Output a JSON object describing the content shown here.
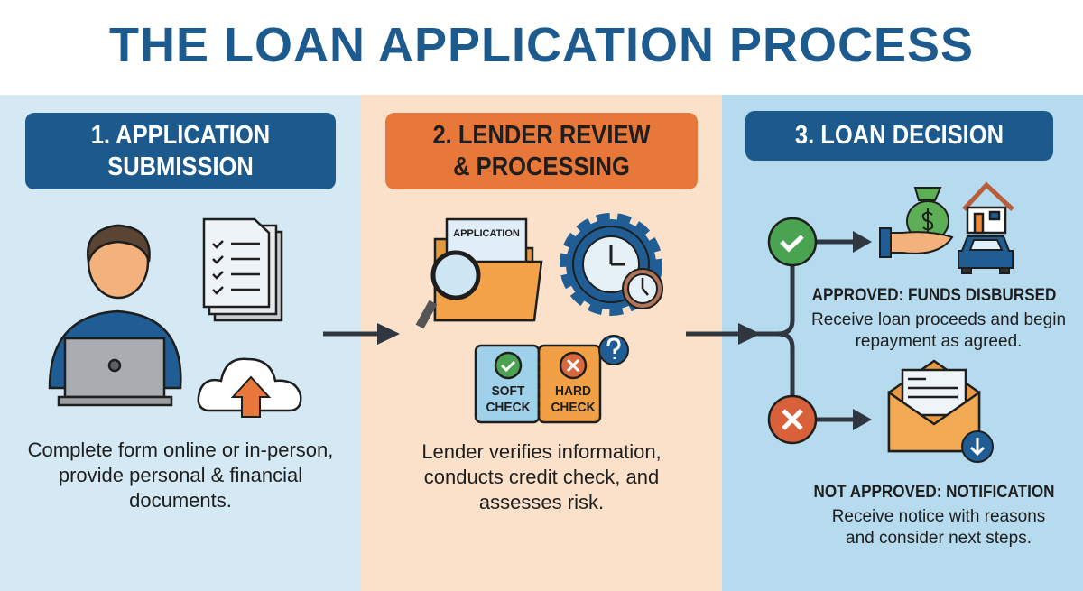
{
  "title": "THE LOAN APPLICATION PROCESS",
  "steps": [
    {
      "header_line1": "1. APPLICATION",
      "header_line2": "SUBMISSION",
      "description": "Complete form online or in-person, provide personal & financial documents.",
      "color": "#1c5a8d"
    },
    {
      "header_line1": "2. LENDER REVIEW",
      "header_line2": "& PROCESSING",
      "description": "Lender verifies information, conducts credit check, and assesses risk.",
      "color": "#e8773a",
      "document_label": "APPLICATION",
      "soft_check": "SOFT CHECK",
      "hard_check": "HARD CHECK"
    },
    {
      "header": "3. LOAN DECISION",
      "color": "#1c5a8d",
      "approved": {
        "label": "APPROVED: FUNDS DISBURSED",
        "description": "Receive loan proceeds and begin repayment as agreed."
      },
      "not_approved": {
        "label": "NOT APPROVED: NOTIFICATION",
        "description": "Receive notice with reasons and consider next steps."
      }
    }
  ],
  "icons": [
    "person-laptop-icon",
    "checklist-document-icon",
    "cloud-upload-icon",
    "folder-magnifier-icon",
    "gear-clock-icon",
    "question-icon",
    "check-icon",
    "x-icon",
    "money-bag-hand-icon",
    "house-icon",
    "car-icon",
    "envelope-icon",
    "download-icon"
  ]
}
